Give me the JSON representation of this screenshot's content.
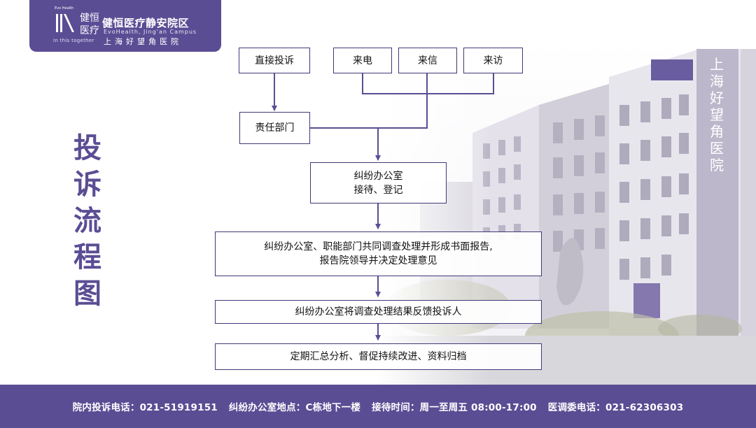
{
  "header": {
    "logo_small": "Evo Health",
    "logo_cn": "健恒医疗",
    "logo_tag": "In this together",
    "title": "健恒医疗静安院区",
    "subtitle_en": "EvoHealth, Jing'an Campus",
    "subtitle_cn": "上海好望角医院"
  },
  "side_title": [
    "投",
    "诉",
    "流",
    "程",
    "图"
  ],
  "flow": {
    "direct": "直接投诉",
    "call": "来电",
    "letter": "来信",
    "visit": "来访",
    "dept": "责任部门",
    "office_line1": "纠纷办公室",
    "office_line2": "接待、登记",
    "investigate_line1": "纠纷办公室、职能部门共同调查处理并形成书面报告,",
    "investigate_line2": "报告院领导并决定处理意见",
    "feedback": "纠纷办公室将调查处理结果反馈投诉人",
    "archive": "定期汇总分析、督促持续改进、资料归档"
  },
  "building_sign": "上海好望角医院",
  "footer": {
    "phone": "院内投诉电话：021-51919151",
    "location": "纠纷办公室地点：C栋地下一楼",
    "hours": "接待时间：周一至周五 08:00-17:00",
    "medical_committee": "医调委电话：021-62306303"
  },
  "colors": {
    "brand": "#5b4d94",
    "line": "#5b4d94",
    "box_border": "#3f3a78"
  }
}
